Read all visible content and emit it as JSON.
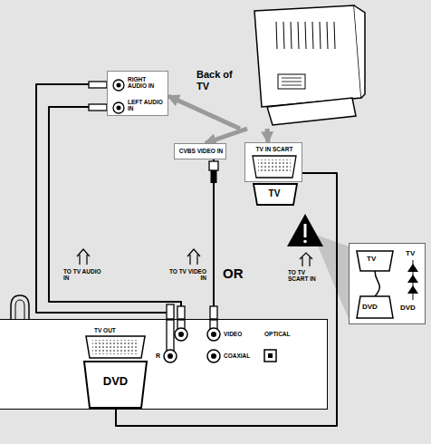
{
  "diagram": {
    "nodes": [
      {
        "text": [
          "Back of TV"
        ]
      },
      {
        "text": [
          "RIGHT AUDIO IN",
          "LEFT AUDIO IN"
        ]
      },
      {
        "text": [
          "CVBS VIDEO IN"
        ]
      },
      {
        "text": [
          "TV IN SCART"
        ]
      },
      {
        "text": [
          "TV",
          "DVD",
          "TV",
          "DVD"
        ]
      },
      {
        "text": [
          "TV OUT",
          "VIDEO",
          "OPTICAL",
          "COAXIAL",
          "R"
        ]
      }
    ],
    "edges": [
      {
        "from": 0,
        "to": 1,
        "arrow": "to"
      },
      {
        "from": 0,
        "to": 2,
        "arrow": "to"
      },
      {
        "from": 0,
        "to": 3,
        "arrow": "to"
      },
      {
        "from": 5,
        "to": 1,
        "arrow": "none"
      },
      {
        "from": 5,
        "to": 2,
        "arrow": "none"
      },
      {
        "from": 5,
        "to": 3,
        "arrow": "none"
      }
    ],
    "labels": [
      "TV",
      "TO TV AUDIO IN",
      "OR",
      "TO TV VIDEO IN",
      "TO TV SCART IN",
      "DVD"
    ]
  }
}
